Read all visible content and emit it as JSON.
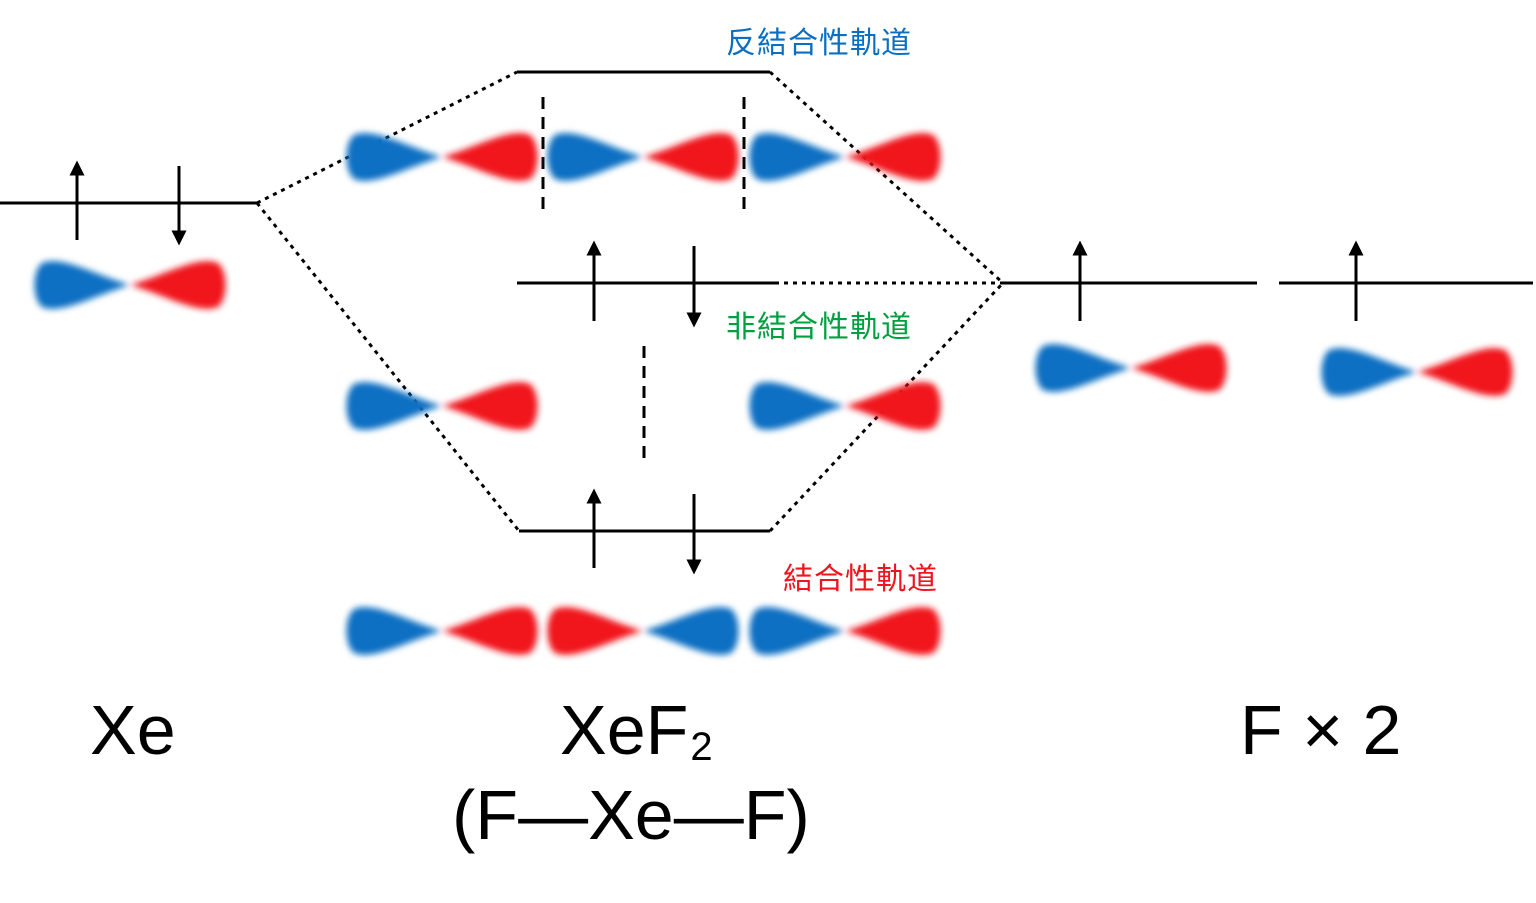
{
  "colors": {
    "lobe_blue": "#0a6fc2",
    "lobe_red": "#f0141e",
    "antibonding_label": "#0a6fc2",
    "nonbonding_label": "#00a040",
    "bonding_label": "#f0141e",
    "line": "#000000"
  },
  "orbital_labels": {
    "antibonding": "反結合性軌道",
    "nonbonding": "非結合性軌道",
    "bonding": "結合性軌道"
  },
  "species": {
    "xe": "Xe",
    "xef2_base": "XeF",
    "xef2_subscript": "2",
    "xef2_structure": "(F—Xe—F)",
    "fluorine_pair": "F × 2"
  },
  "electrons": {
    "xe_level": [
      "up",
      "down"
    ],
    "nonbonding_level": [
      "up",
      "down"
    ],
    "bonding_level": [
      "up",
      "down"
    ],
    "antibonding_level": [],
    "f_left_level": [
      "up"
    ],
    "f_right_level": [
      "up"
    ]
  }
}
